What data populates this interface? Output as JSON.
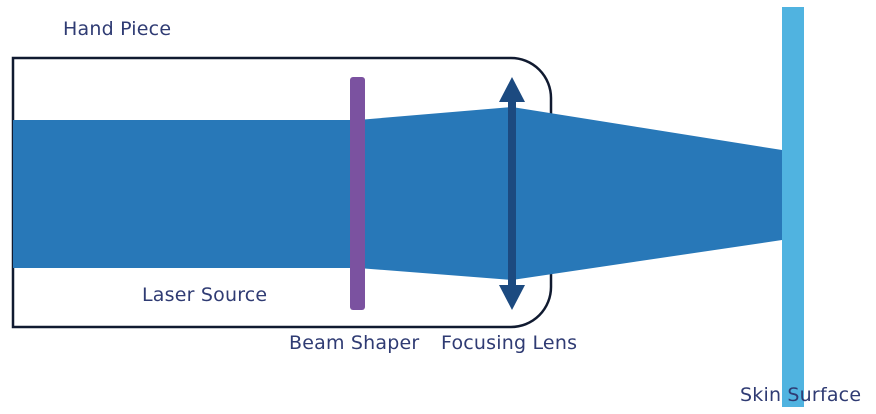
{
  "labels": {
    "hand_piece": "Hand Piece",
    "laser_source": "Laser Source",
    "beam_shaper": "Beam Shaper",
    "focusing_lens": "Focusing Lens",
    "skin_surface": "Skin Surface"
  },
  "colors": {
    "beam": "#2878b8",
    "beam_shaper": "#7b52a0",
    "lens": "#1c4a80",
    "skin": "#50b3e0",
    "housing_outline": "#101a30",
    "text": "#2f3b73"
  }
}
